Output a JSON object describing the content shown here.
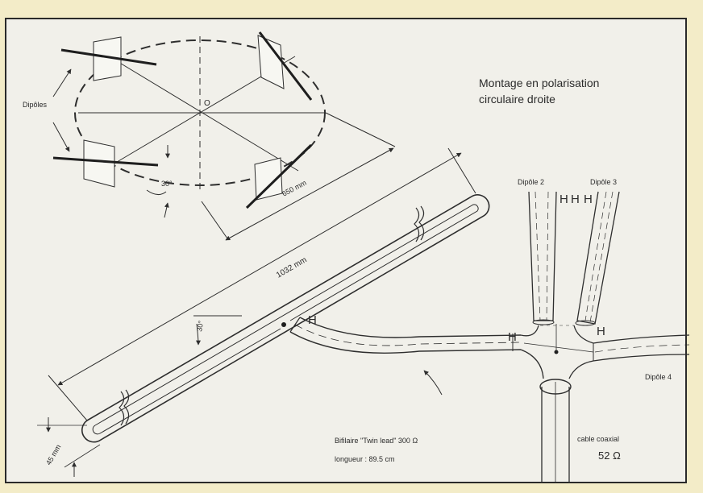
{
  "title": {
    "line1": "Montage en polarisation",
    "line2": "circulaire droite"
  },
  "labels": {
    "dipoles": "Dipôles",
    "center": "O",
    "angle_top": "30°",
    "angle_mid": "30°",
    "dim_650": "650 mm",
    "dim_1032": "1032 mm",
    "dim_45": "45 mm",
    "dipole2": "Dipôle 2",
    "dipole3": "Dipôle 3",
    "dipole4": "Dipôle 4",
    "h": "H",
    "twinlead": "Bifilaire \"Twin lead\" 300 Ω",
    "length": "longueur : 89.5 cm",
    "coax": "cable coaxial",
    "coax_imp": "52 Ω"
  }
}
